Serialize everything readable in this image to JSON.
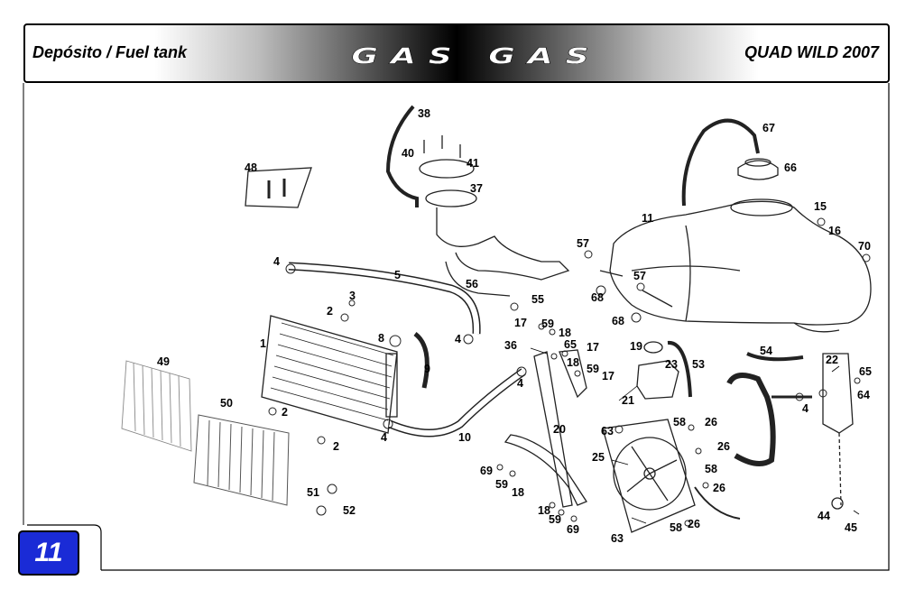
{
  "header": {
    "title_left": "Depósito / Fuel tank",
    "brand": "GAS GAS",
    "title_right": "QUAD WILD 2007"
  },
  "page_number": "11",
  "part_labels": [
    {
      "id": "p38",
      "text": "38"
    },
    {
      "id": "p67",
      "text": "67"
    },
    {
      "id": "p40",
      "text": "40"
    },
    {
      "id": "p41",
      "text": "41"
    },
    {
      "id": "p66",
      "text": "66"
    },
    {
      "id": "p48",
      "text": "48"
    },
    {
      "id": "p37",
      "text": "37"
    },
    {
      "id": "p15",
      "text": "15"
    },
    {
      "id": "p11",
      "text": "11"
    },
    {
      "id": "p16",
      "text": "16"
    },
    {
      "id": "p57a",
      "text": "57"
    },
    {
      "id": "p70",
      "text": "70"
    },
    {
      "id": "p4a",
      "text": "4"
    },
    {
      "id": "p5",
      "text": "5"
    },
    {
      "id": "p57b",
      "text": "57"
    },
    {
      "id": "p56",
      "text": "56"
    },
    {
      "id": "p55",
      "text": "55"
    },
    {
      "id": "p68a",
      "text": "68"
    },
    {
      "id": "p3",
      "text": "3"
    },
    {
      "id": "p2a",
      "text": "2"
    },
    {
      "id": "p17a",
      "text": "17"
    },
    {
      "id": "p59a",
      "text": "59"
    },
    {
      "id": "p68b",
      "text": "68"
    },
    {
      "id": "p18a",
      "text": "18"
    },
    {
      "id": "p1",
      "text": "1"
    },
    {
      "id": "p8",
      "text": "8"
    },
    {
      "id": "p4b",
      "text": "4"
    },
    {
      "id": "p36",
      "text": "36"
    },
    {
      "id": "p65a",
      "text": "65"
    },
    {
      "id": "p17b",
      "text": "17"
    },
    {
      "id": "p19",
      "text": "19"
    },
    {
      "id": "p54",
      "text": "54"
    },
    {
      "id": "p49",
      "text": "49"
    },
    {
      "id": "p9",
      "text": "9"
    },
    {
      "id": "p18b",
      "text": "18"
    },
    {
      "id": "p22",
      "text": "22"
    },
    {
      "id": "p59b",
      "text": "59"
    },
    {
      "id": "p23",
      "text": "23"
    },
    {
      "id": "p53",
      "text": "53"
    },
    {
      "id": "p65b",
      "text": "65"
    },
    {
      "id": "p17c",
      "text": "17"
    },
    {
      "id": "p4c",
      "text": "4"
    },
    {
      "id": "p64",
      "text": "64"
    },
    {
      "id": "p50",
      "text": "50"
    },
    {
      "id": "p21",
      "text": "21"
    },
    {
      "id": "p2b",
      "text": "2"
    },
    {
      "id": "p4d",
      "text": "4"
    },
    {
      "id": "p20",
      "text": "20"
    },
    {
      "id": "p63a",
      "text": "63"
    },
    {
      "id": "p58a",
      "text": "58"
    },
    {
      "id": "p26a",
      "text": "26"
    },
    {
      "id": "p10",
      "text": "10"
    },
    {
      "id": "p4e",
      "text": "4"
    },
    {
      "id": "p2c",
      "text": "2"
    },
    {
      "id": "p25",
      "text": "25"
    },
    {
      "id": "p26b",
      "text": "26"
    },
    {
      "id": "p58b",
      "text": "58"
    },
    {
      "id": "p69a",
      "text": "69"
    },
    {
      "id": "p59c",
      "text": "59"
    },
    {
      "id": "p51",
      "text": "51"
    },
    {
      "id": "p18c",
      "text": "18"
    },
    {
      "id": "p26c",
      "text": "26"
    },
    {
      "id": "p52",
      "text": "52"
    },
    {
      "id": "p18d",
      "text": "18"
    },
    {
      "id": "p59d",
      "text": "59"
    },
    {
      "id": "p26d",
      "text": "26"
    },
    {
      "id": "p44",
      "text": "44"
    },
    {
      "id": "p69b",
      "text": "69"
    },
    {
      "id": "p58c",
      "text": "58"
    },
    {
      "id": "p45",
      "text": "45"
    },
    {
      "id": "p63b",
      "text": "63"
    }
  ]
}
